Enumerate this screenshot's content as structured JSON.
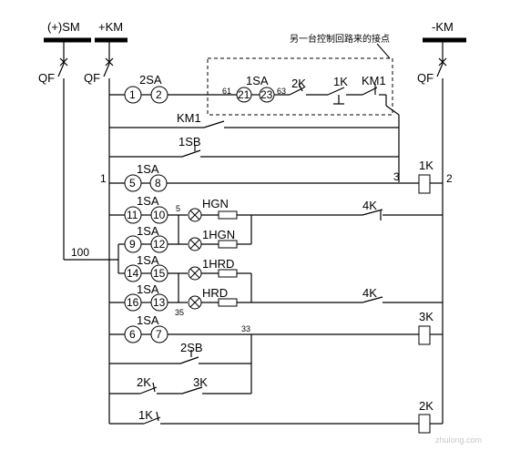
{
  "buses": {
    "pos": "(+)SM",
    "pos2": "+KM",
    "neg": "-KM"
  },
  "breakers": {
    "left1": "QF",
    "left2": "QF",
    "right": "QF"
  },
  "note": "另一台控制回路来的接点",
  "row1": {
    "switch": "2SA",
    "t1": "1",
    "t2": "2",
    "inner_switch": "1SA",
    "n61": "61",
    "t21": "21",
    "t23": "23",
    "n63": "63",
    "c2k": "2K",
    "c1k": "1K",
    "ckm1": "KM1"
  },
  "row2": {
    "contact": "KM1"
  },
  "row3": {
    "contact": "1SB"
  },
  "row4": {
    "node_left": "1",
    "switch": "1SA",
    "t5": "5",
    "t8": "8",
    "node3": "3",
    "coil": "1K",
    "node_right": "2"
  },
  "row5": {
    "switch": "1SA",
    "t11": "11",
    "t10": "10",
    "n5": "5",
    "lamp": "HGN",
    "contact": "4K"
  },
  "row6": {
    "switch": "1SA",
    "t9": "9",
    "t12": "12",
    "lamp": "1HGN",
    "n100": "100"
  },
  "row7": {
    "switch": "1SA",
    "t14": "14",
    "t15": "15",
    "lamp": "1HRD"
  },
  "row8": {
    "switch": "1SA",
    "t16": "16",
    "t13": "13",
    "n35": "35",
    "lamp": "HRD",
    "contact": "4K"
  },
  "row9": {
    "switch": "1SA",
    "t6": "6",
    "t7": "7",
    "n33": "33",
    "coil": "3K"
  },
  "row10": {
    "contact": "2SB"
  },
  "row11": {
    "c2k": "2K",
    "c3k": "3K"
  },
  "row12": {
    "c1k": "1K",
    "coil": "2K"
  },
  "watermark": "zhulong.com"
}
